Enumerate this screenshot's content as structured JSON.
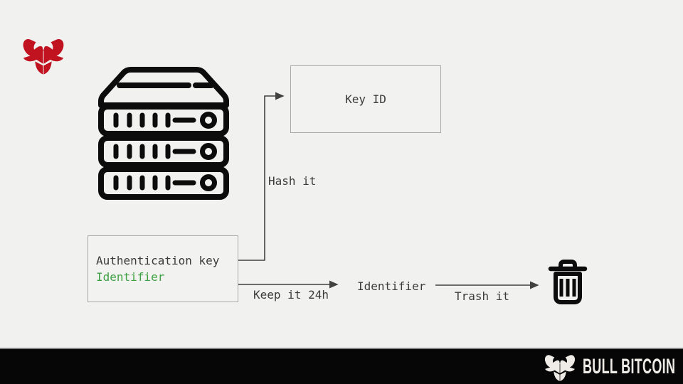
{
  "slide": {
    "background": "#f1f1ef",
    "brand_red": "#c0121f",
    "accent_green": "#3fa043",
    "text_color": "#3b3b3b",
    "line_color": "#414141",
    "box_border_color": "#a9a9a9",
    "icon_color": "#0c0c0c"
  },
  "diagram": {
    "key_id_box": {
      "label": "Key ID"
    },
    "auth_box": {
      "title": "Authentication key",
      "subtitle": "Identifier"
    },
    "arrows": [
      {
        "label": "Hash it"
      },
      {
        "label": "Keep it 24h"
      },
      {
        "label": "Trash it"
      }
    ],
    "identifier_label": "Identifier",
    "icons": {
      "source": "server-icon",
      "end": "trash-icon"
    }
  },
  "footer": {
    "brand_label": "BULL BITCOIN",
    "bar_color": "#060606",
    "text_color": "#efece7",
    "icon": "bull-logo-icon"
  },
  "header": {
    "icon": "bull-logo-icon"
  }
}
